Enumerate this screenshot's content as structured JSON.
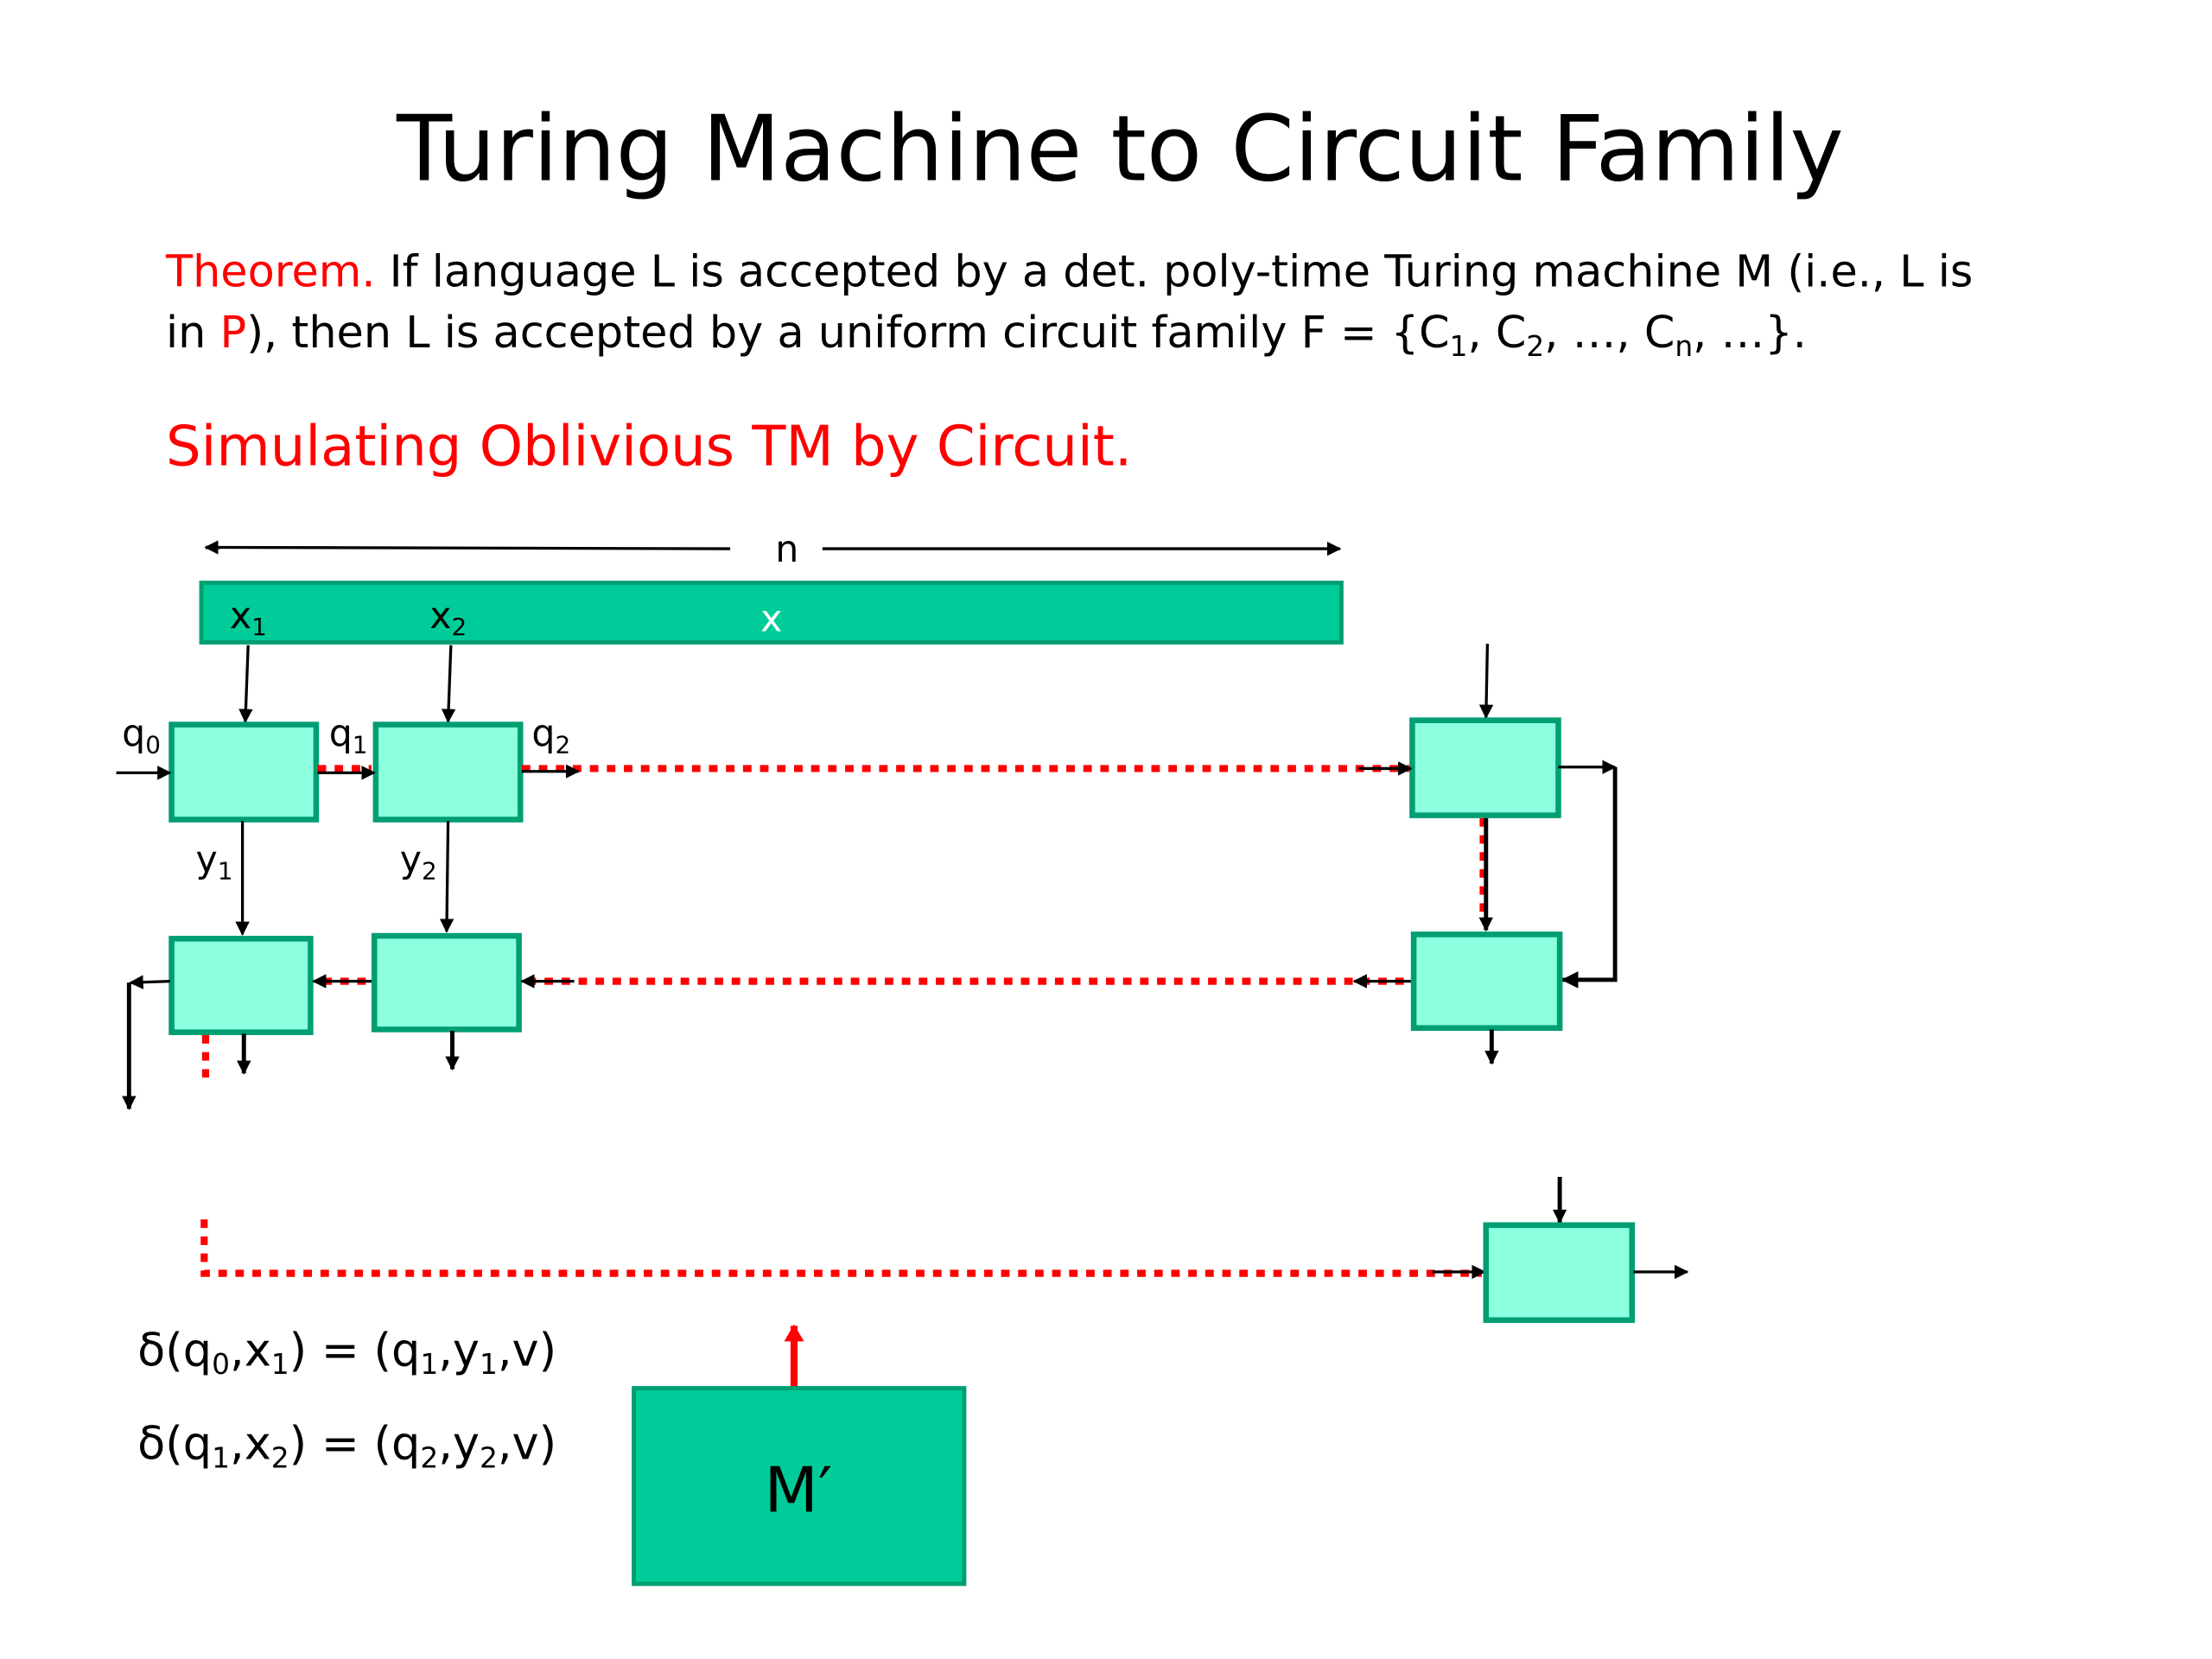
{
  "slide": {
    "title": "Turing Machine to Circuit Family",
    "theorem": {
      "label": "Theorem.",
      "line1": " If language L is accepted by a det. poly-time Turing machine M (i.e., L is",
      "line2_prefix": "in ",
      "line2_class": "P",
      "line2_mid": "), then L is accepted by a uniform circuit family F = {C",
      "sub1": "1",
      "sep1": ", C",
      "sub2": "2",
      "sep2": ", …, C",
      "subn": "n",
      "tail": ", …}."
    },
    "subtitle": "Simulating Oblivious TM by Circuit."
  },
  "diagram": {
    "length_label": "n",
    "tape_label": "x",
    "inputs": [
      {
        "base": "x",
        "sub": "1"
      },
      {
        "base": "x",
        "sub": "2"
      }
    ],
    "states": [
      {
        "base": "q",
        "sub": "0"
      },
      {
        "base": "q",
        "sub": "1"
      },
      {
        "base": "q",
        "sub": "2"
      }
    ],
    "outputs": [
      {
        "base": "y",
        "sub": "1"
      },
      {
        "base": "y",
        "sub": "2"
      }
    ],
    "machine_label": "M′",
    "transitions": [
      {
        "text": "δ(q",
        "a": "0",
        "b": ",x",
        "c": "1",
        "d": ") = (q",
        "e": "1",
        "f": ",y",
        "g": "1",
        "h": ",v)"
      },
      {
        "text": "δ(q",
        "a": "1",
        "b": ",x",
        "c": "2",
        "d": ") = (q",
        "e": "2",
        "f": ",y",
        "g": "2",
        "h": ",v)"
      }
    ]
  },
  "colors": {
    "accent_red": "#ff0000",
    "tape_green": "#00cc99",
    "cell_fill": "#8bffde",
    "cell_border": "#009e73"
  }
}
